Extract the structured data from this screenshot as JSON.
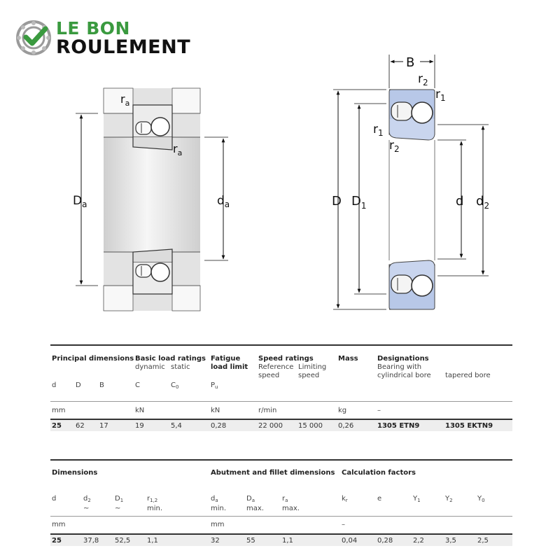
{
  "brand": {
    "line1": "LE BON",
    "line2": "ROULEMENT",
    "green": "#3a9a3f"
  },
  "drawing": {
    "left_labels": {
      "ra_top": "r",
      "ra_top_sub": "a",
      "ra_mid": "r",
      "ra_mid_sub": "a",
      "Da": "D",
      "Da_sub": "a",
      "da": "d",
      "da_sub": "a"
    },
    "right_labels": {
      "B": "B",
      "r2_top": "r",
      "r2_top_sub": "2",
      "r1_top": "r",
      "r1_top_sub": "1",
      "r1_mid": "r",
      "r1_mid_sub": "1",
      "r2_mid": "r",
      "r2_mid_sub": "2",
      "D": "D",
      "D1": "D",
      "D1_sub": "1",
      "d": "d",
      "d2": "d",
      "d2_sub": "2"
    },
    "ring_color": "#b8c8e8",
    "housing_color": "#e3e3e3"
  },
  "table1": {
    "headers": {
      "principal": "Principal dimensions",
      "basic": "Basic load ratings",
      "basic_dyn": "dynamic",
      "basic_stat": "static",
      "fatigue1": "Fatigue",
      "fatigue2": "load limit",
      "speed": "Speed ratings",
      "speed_ref1": "Reference",
      "speed_ref2": "speed",
      "speed_lim1": "Limiting",
      "speed_lim2": "speed",
      "mass": "Mass",
      "design": "Designations",
      "design_cyl1": "Bearing with",
      "design_cyl2": "cylindrical bore",
      "design_tap": "tapered bore"
    },
    "symbols": {
      "d": "d",
      "D": "D",
      "B": "B",
      "C": "C",
      "C0": "C",
      "C0_sub": "0",
      "Pu": "P",
      "Pu_sub": "u"
    },
    "units": {
      "mm": "mm",
      "kN1": "kN",
      "kN2": "kN",
      "rmin": "r/min",
      "kg": "kg",
      "dash": "–"
    },
    "values": {
      "d": "25",
      "D": "62",
      "B": "17",
      "C": "19",
      "C0": "5,4",
      "Pu": "0,28",
      "ref_speed": "22 000",
      "lim_speed": "15 000",
      "mass": "0,26",
      "cyl": "1305 ETN9",
      "tap": "1305 EKTN9"
    }
  },
  "table2": {
    "headers": {
      "dimensions": "Dimensions",
      "abutment": "Abutment and fillet dimensions",
      "calc": "Calculation factors"
    },
    "symbols": {
      "d": "d",
      "d2": "d",
      "d2_sub": "2",
      "d2_note": "~",
      "D1": "D",
      "D1_sub": "1",
      "D1_note": "~",
      "r12": "r",
      "r12_sub": "1,2",
      "r12_note": "min.",
      "da": "d",
      "da_sub": "a",
      "da_note": "min.",
      "Da": "D",
      "Da_sub": "a",
      "Da_note": "max.",
      "ra": "r",
      "ra_sub": "a",
      "ra_note": "max.",
      "kr": "k",
      "kr_sub": "r",
      "e": "e",
      "Y1": "Y",
      "Y1_sub": "1",
      "Y2": "Y",
      "Y2_sub": "2",
      "Y0": "Y",
      "Y0_sub": "0"
    },
    "units": {
      "mm1": "mm",
      "mm2": "mm",
      "dash": "–"
    },
    "values": {
      "d": "25",
      "d2": "37,8",
      "D1": "52,5",
      "r12": "1,1",
      "da": "32",
      "Da": "55",
      "ra": "1,1",
      "kr": "0,04",
      "e": "0,28",
      "Y1": "2,2",
      "Y2": "3,5",
      "Y0": "2,5"
    }
  }
}
